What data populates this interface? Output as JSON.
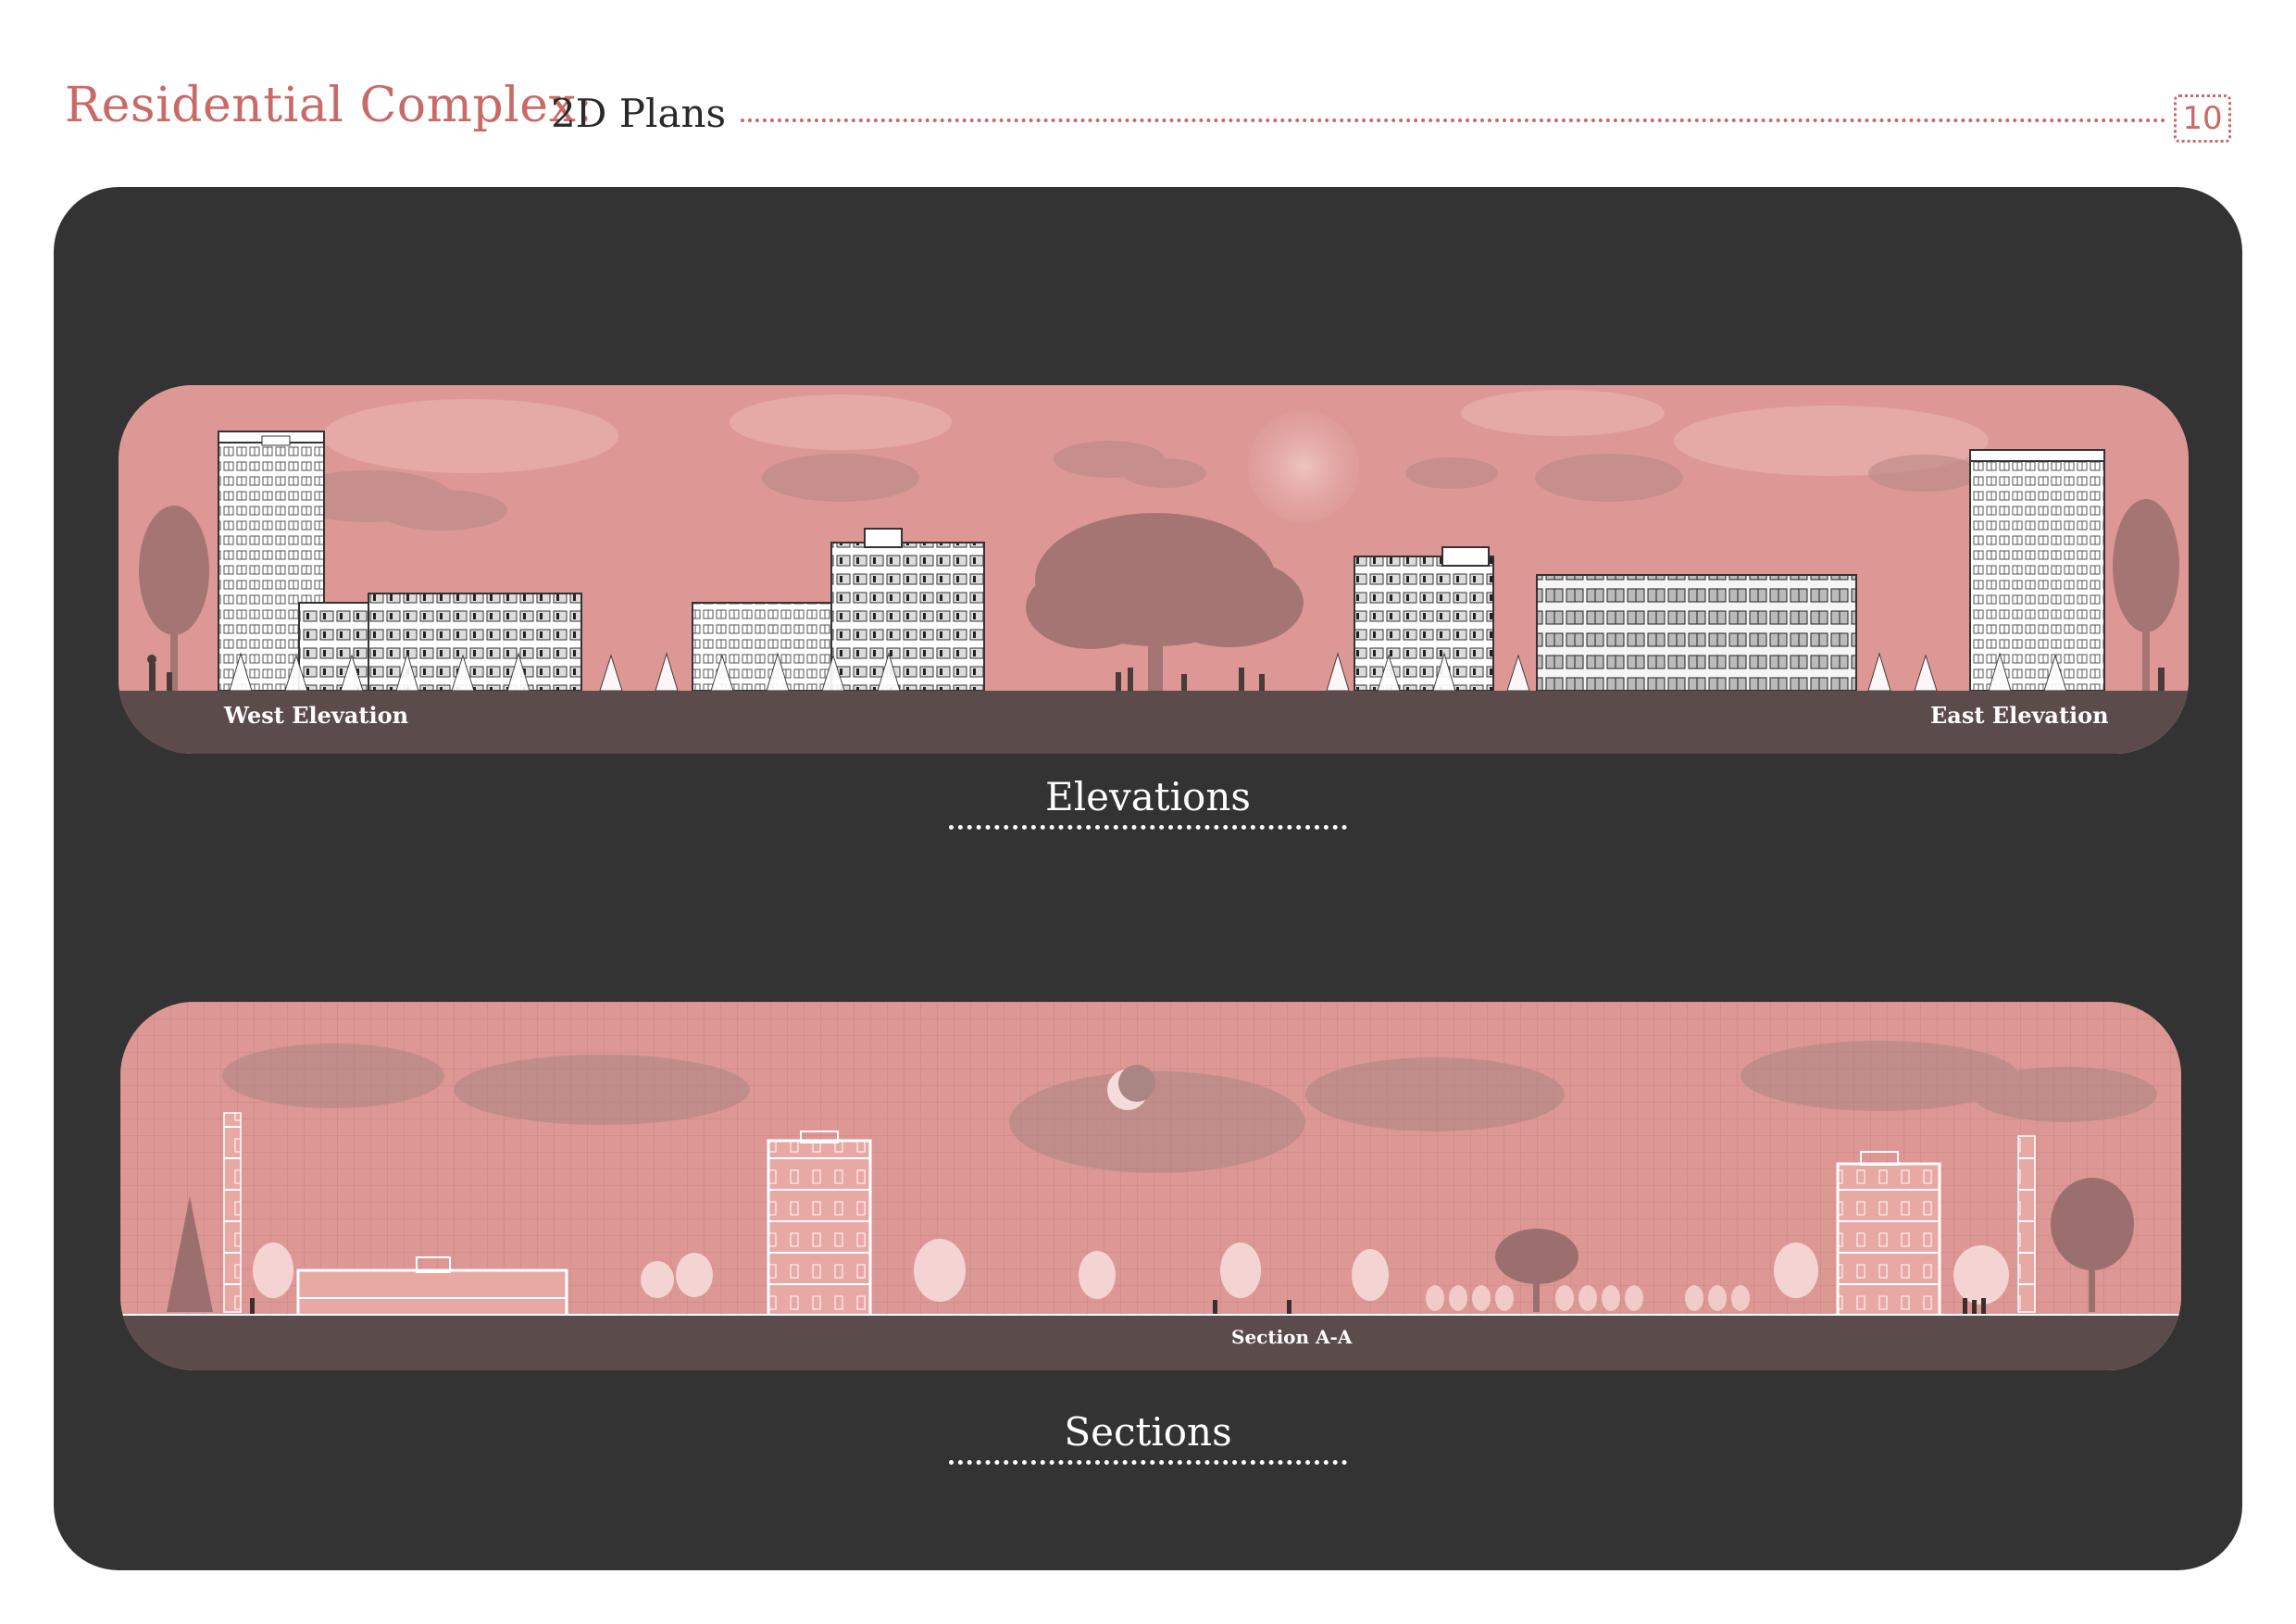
{
  "header": {
    "title_accent": "Residential Complex:",
    "title_rest": "2D Plans",
    "page_number": "10"
  },
  "elevations": {
    "west_label": "West Elevation",
    "east_label": "East Elevation",
    "heading": "Elevations"
  },
  "sections": {
    "section_label": "Section A-A",
    "heading": "Sections"
  },
  "colors": {
    "accent": "#c96a66",
    "panel": "#333333",
    "sky": "#dd9895",
    "ground": "#5c4b4b"
  }
}
